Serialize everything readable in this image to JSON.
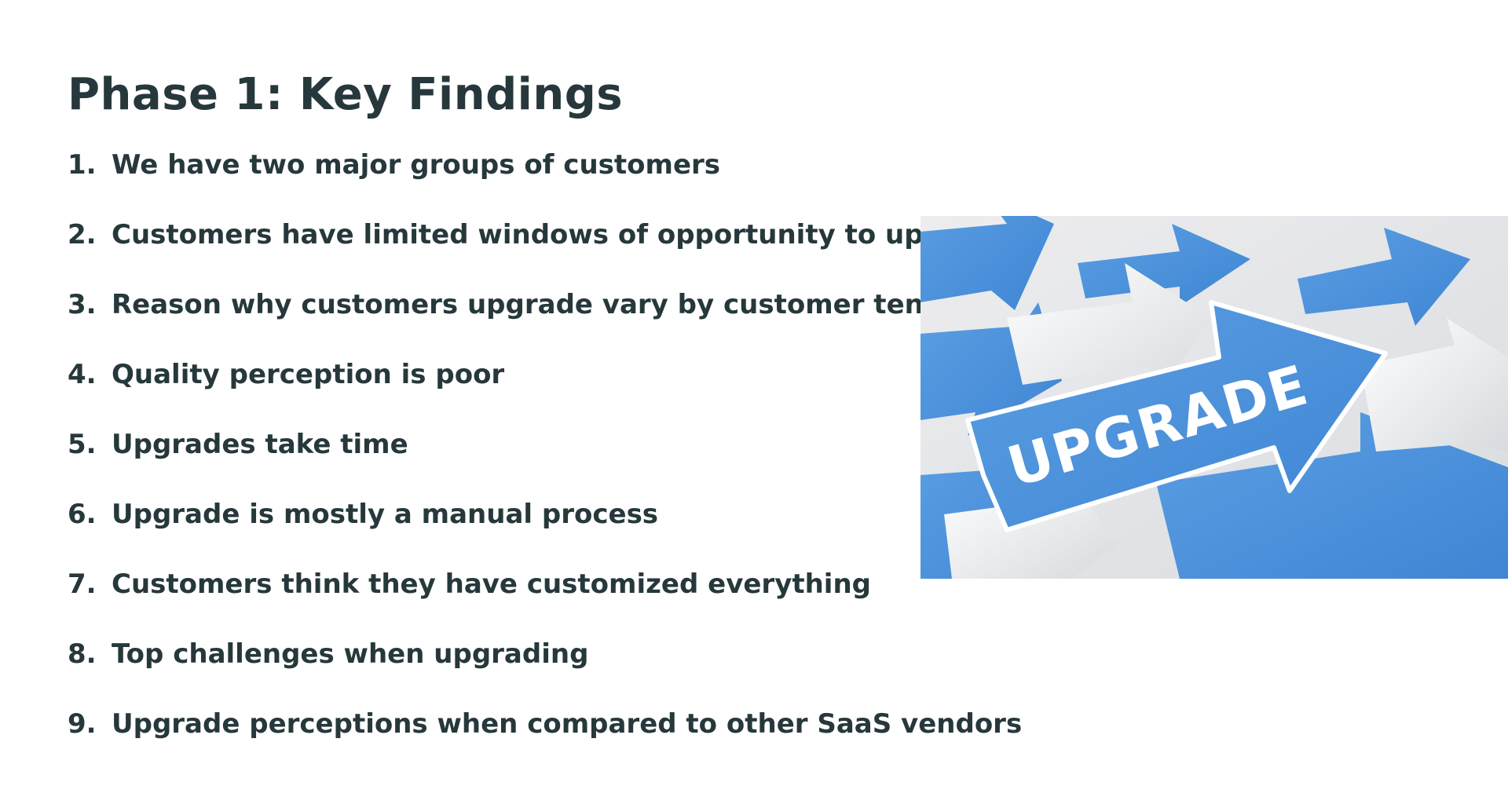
{
  "slide": {
    "title": "Phase 1: Key Findings",
    "findings": [
      {
        "number": "1.",
        "text": "We have two major groups of customers"
      },
      {
        "number": "2.",
        "text": "Customers have limited windows of opportunity to upgrade"
      },
      {
        "number": "3.",
        "text": "Reason why customers upgrade vary by customer tenure"
      },
      {
        "number": "4.",
        "text": "Quality perception is poor"
      },
      {
        "number": "5.",
        "text": "Upgrades take time"
      },
      {
        "number": "6.",
        "text": "Upgrade is mostly a manual process"
      },
      {
        "number": "7.",
        "text": "Customers think they have customized everything"
      },
      {
        "number": "8.",
        "text": "Top challenges when upgrading"
      },
      {
        "number": "9.",
        "text": "Upgrade perceptions when compared to other SaaS vendors"
      }
    ]
  },
  "image": {
    "label": "UPGRADE",
    "icon": "upgrade-arrows-image"
  },
  "colors": {
    "text": "#26383b",
    "arrow_blue": "#4a8fd9",
    "arrow_white": "#f4f5f7",
    "background": "#ffffff"
  }
}
